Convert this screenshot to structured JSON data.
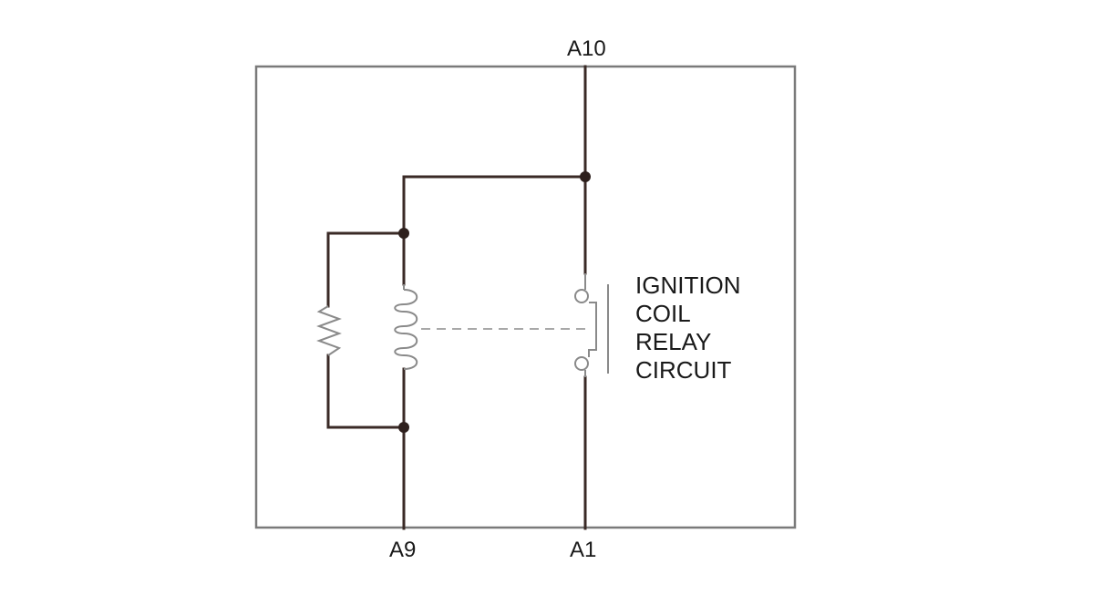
{
  "pins": {
    "top": "A10",
    "bottom_left": "A9",
    "bottom_right": "A1"
  },
  "relay_label": {
    "line1": "IGNITION",
    "line2": "COIL",
    "line3": "RELAY",
    "line4": "CIRCUIT"
  },
  "components": [
    "relay-coil",
    "resistor",
    "relay-switch",
    "junction-nodes"
  ],
  "colors": {
    "wire": "#3a2a26",
    "frame": "#7a7a7a",
    "component": "#8a8a8a",
    "text": "#1a1a1a"
  }
}
